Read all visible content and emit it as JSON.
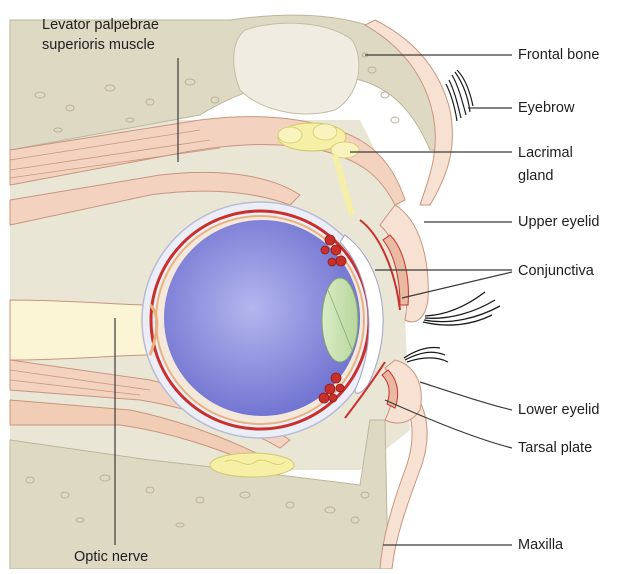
{
  "labels": {
    "levator": [
      "Levator palpebrae",
      "superioris muscle"
    ],
    "frontal_bone": "Frontal bone",
    "eyebrow": "Eyebrow",
    "lacrimal": [
      "Lacrimal",
      "gland"
    ],
    "upper_eyelid": "Upper eyelid",
    "conjunctiva": "Conjunctiva",
    "lower_eyelid": "Lower eyelid",
    "tarsal_plate": "Tarsal plate",
    "maxilla": "Maxilla",
    "optic_nerve": "Optic nerve"
  },
  "colors": {
    "bone": "#ddd9c3",
    "bone_dark": "#c8c2a6",
    "muscle": "#f3d3c0",
    "muscle_line": "#c9957c",
    "eyeball_vitreous": "#8a8ddc",
    "sclera": "#eceef7",
    "choroid_red": "#c9302c",
    "gland_yellow": "#f6efa6",
    "skin": "#f6e1d2",
    "leader": "#3a3a3a"
  }
}
